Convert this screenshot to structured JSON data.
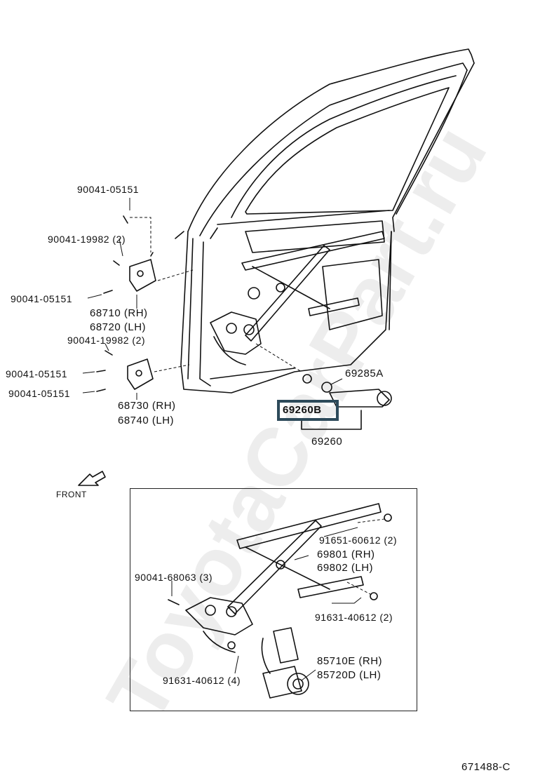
{
  "watermark": "ToyotaCarPart.ru",
  "front_label": "FRONT",
  "diagram_id": "671488-C",
  "highlighted_part": "69260B",
  "colors": {
    "line": "#111111",
    "highlight_border": "#2d4a5a",
    "watermark": "#000000"
  },
  "labels": {
    "p90041_05151_top": "90041-05151",
    "p90041_19982_a": "90041-19982 (2)",
    "p90041_05151_mid": "90041-05151",
    "p68710": "68710 (RH)",
    "p68720": "68720 (LH)",
    "p90041_19982_b": "90041-19982 (2)",
    "p90041_05151_c": "90041-05151",
    "p90041_05151_d": "90041-05151",
    "p68730": "68730 (RH)",
    "p68740": "68740 (LH)",
    "p69285A": "69285A",
    "p69260B": "69260B",
    "p69260": "69260",
    "p91651": "91651-60612 (2)",
    "p69801": "69801 (RH)",
    "p69802": "69802 (LH)",
    "p90041_68063": "90041-68063 (3)",
    "p91631_a": "91631-40612 (2)",
    "p85710E": "85710E (RH)",
    "p85720D": "85720D (LH)",
    "p91631_b": "91631-40612 (4)"
  }
}
